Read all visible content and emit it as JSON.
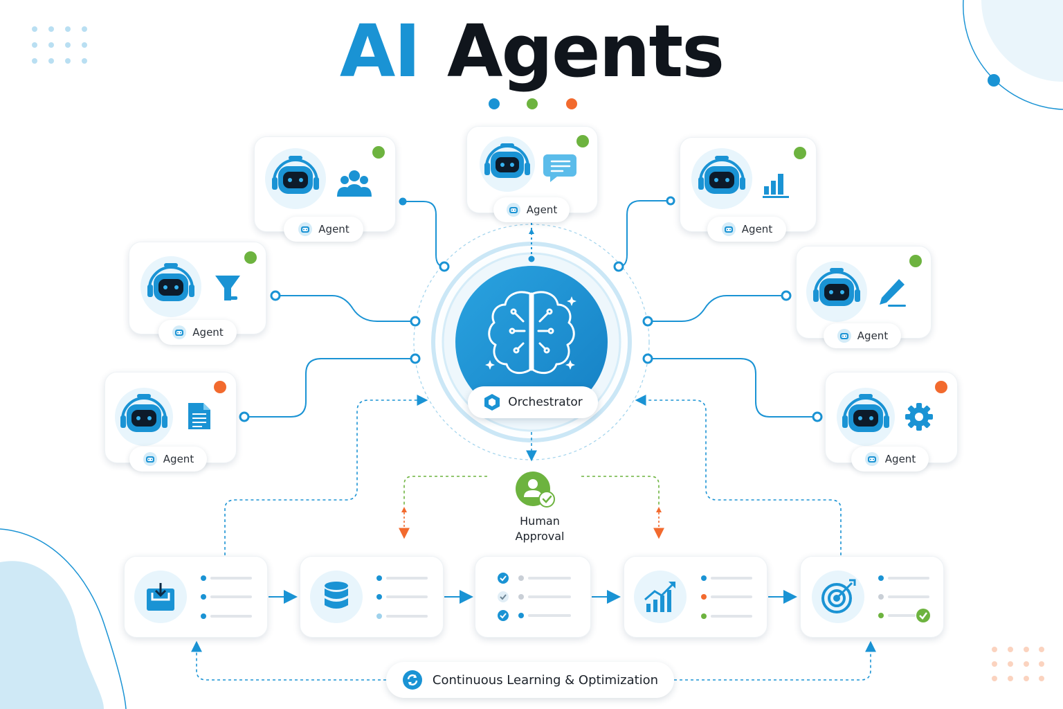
{
  "title": {
    "part1": "AI",
    "part2": "Agents"
  },
  "colors": {
    "accent": "#1a93d4",
    "dark": "#10151c",
    "green": "#6db33f",
    "orange": "#f26a2e",
    "light": "#d9eef8"
  },
  "agents": [
    {
      "label": "Agent",
      "icon": "users-icon",
      "status": "green"
    },
    {
      "label": "Agent",
      "icon": "chat-icon",
      "status": "green"
    },
    {
      "label": "Agent",
      "icon": "bar-chart-icon",
      "status": "green"
    },
    {
      "label": "Agent",
      "icon": "filter-icon",
      "status": "green"
    },
    {
      "label": "Agent",
      "icon": "pencil-icon",
      "status": "green"
    },
    {
      "label": "Agent",
      "icon": "document-icon",
      "status": "orange"
    },
    {
      "label": "Agent",
      "icon": "gear-icon",
      "status": "orange"
    }
  ],
  "orchestrator": {
    "label": "Orchestrator",
    "icon": "brain-circuit-icon"
  },
  "human_approval": {
    "line1": "Human",
    "line2": "Approval",
    "icon": "user-check-icon"
  },
  "pipeline": [
    {
      "icon": "inbox-download-icon"
    },
    {
      "icon": "database-icon"
    },
    {
      "icon": "checklist-icon"
    },
    {
      "icon": "growth-chart-icon"
    },
    {
      "icon": "target-icon"
    }
  ],
  "loop": {
    "label": "Continuous Learning & Optimization",
    "icon": "refresh-icon"
  }
}
